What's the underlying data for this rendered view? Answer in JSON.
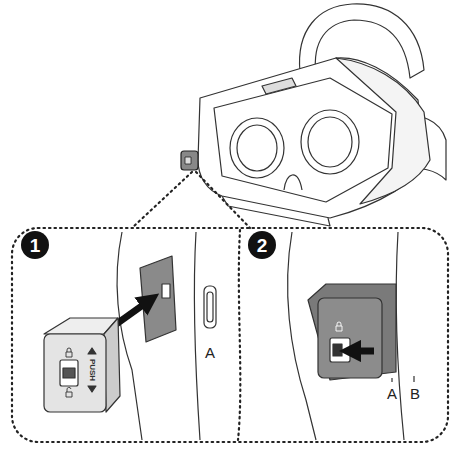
{
  "diagram": {
    "labels": [
      "1",
      "A",
      "PUSH",
      "2",
      "A",
      "B"
    ]
  }
}
